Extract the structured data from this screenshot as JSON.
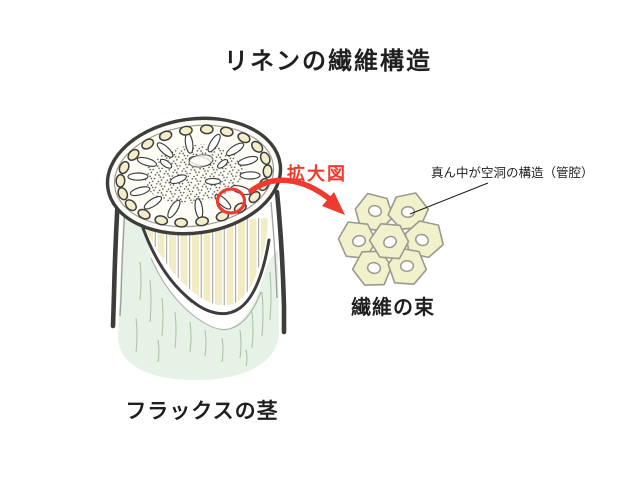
{
  "title": "リネンの繊維構造",
  "colors": {
    "background": "#ffffff",
    "ink": "#3d3d3d",
    "text": "#1f1f1f",
    "accent_red": "#ee3b2e",
    "stem_green": "#e7f2e6",
    "fiber_cream": "#f2ecc4",
    "cell_fill": "#f1f1cc",
    "cell_stroke": "#9a9a8f"
  },
  "stem": {
    "label": "フラックスの茎"
  },
  "magnifier": {
    "label": "拡大図"
  },
  "bundle": {
    "label": "繊維の束",
    "cell_count": 7,
    "annotation": "真ん中が空洞の構造（管腔）"
  }
}
